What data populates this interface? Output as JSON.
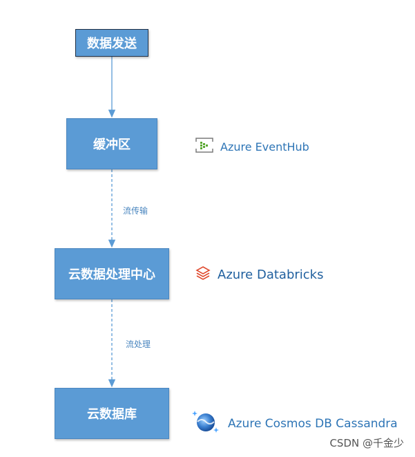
{
  "nodes": {
    "send": "数据发送",
    "buffer": "缓冲区",
    "cloud_center": "云数据处理中心",
    "cloud_db": "云数据库"
  },
  "edge_labels": {
    "stream_transfer": "流传输",
    "stream_process": "流处理"
  },
  "services": {
    "eventhub": {
      "label": "Azure EventHub",
      "icon": "eventhub-icon"
    },
    "databricks": {
      "label": "Azure Databricks",
      "icon": "databricks-icon"
    },
    "cosmos": {
      "label": "Azure Cosmos DB Cassandra",
      "icon": "cosmos-db-icon"
    }
  },
  "watermark": "CSDN @千金少",
  "colors": {
    "box_fill": "#5b9bd5",
    "edge": "#5b9bd5",
    "service_text": "#2e75b6",
    "databricks_icon": "#e04b2f",
    "eventhub_icon": "#5aa832",
    "cosmos_icon": "#3a7fd0"
  }
}
